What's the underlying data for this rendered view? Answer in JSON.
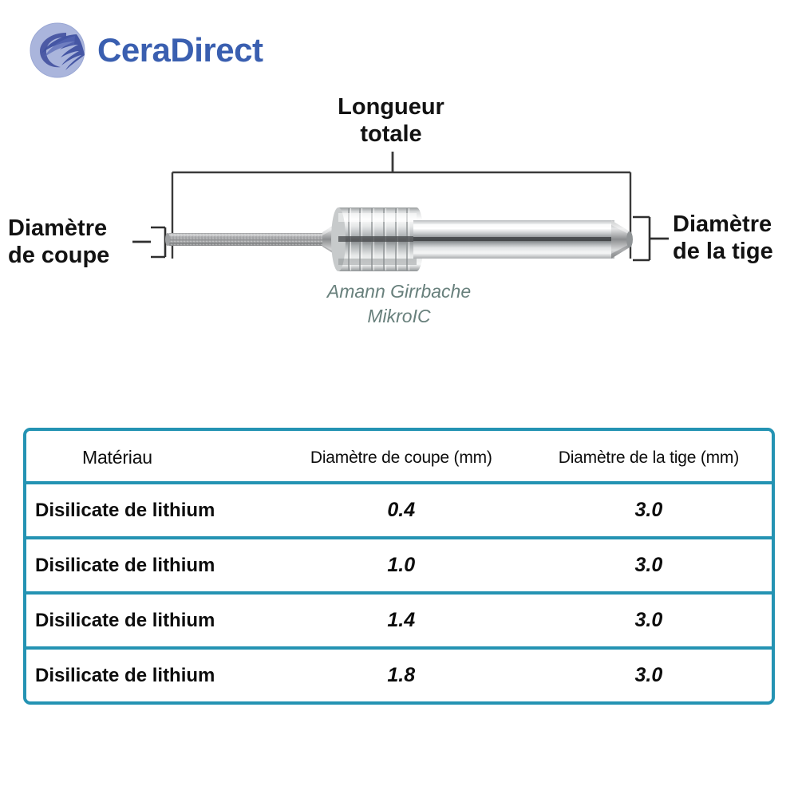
{
  "brand": {
    "name": "CeraDirect",
    "logo_icon": "ceradirect-feather-circle-logo-icon",
    "colors": {
      "wordmark": "#3a5fb0",
      "mark_light": "#a9b4da",
      "mark_dark": "#4058a8"
    }
  },
  "diagram": {
    "total_length_label": "Longueur\ntotale",
    "total_length_label_line1": "Longueur",
    "total_length_label_line2": "totale",
    "cutting_diameter_label_line1": "Diamètre",
    "cutting_diameter_label_line2": "de coupe",
    "shank_diameter_label_line1": "Diamètre",
    "shank_diameter_label_line2": "de la tige",
    "product_caption_line1": "Amann Girrbache",
    "product_caption_line2": "MikroIC",
    "caption_color": "#68807c",
    "tool_icon": "dental-milling-bur-illustration"
  },
  "table": {
    "accent_color": "#2493b3",
    "columns": [
      "Matériau",
      "Diamètre de coupe (mm)",
      "Diamètre de la tige (mm)"
    ],
    "rows": [
      {
        "material": "Disilicate de lithium",
        "cutting_diameter": "0.4",
        "shank_diameter": "3.0"
      },
      {
        "material": "Disilicate de lithium",
        "cutting_diameter": "1.0",
        "shank_diameter": "3.0"
      },
      {
        "material": "Disilicate de lithium",
        "cutting_diameter": "1.4",
        "shank_diameter": "3.0"
      },
      {
        "material": "Disilicate de lithium",
        "cutting_diameter": "1.8",
        "shank_diameter": "3.0"
      }
    ]
  }
}
